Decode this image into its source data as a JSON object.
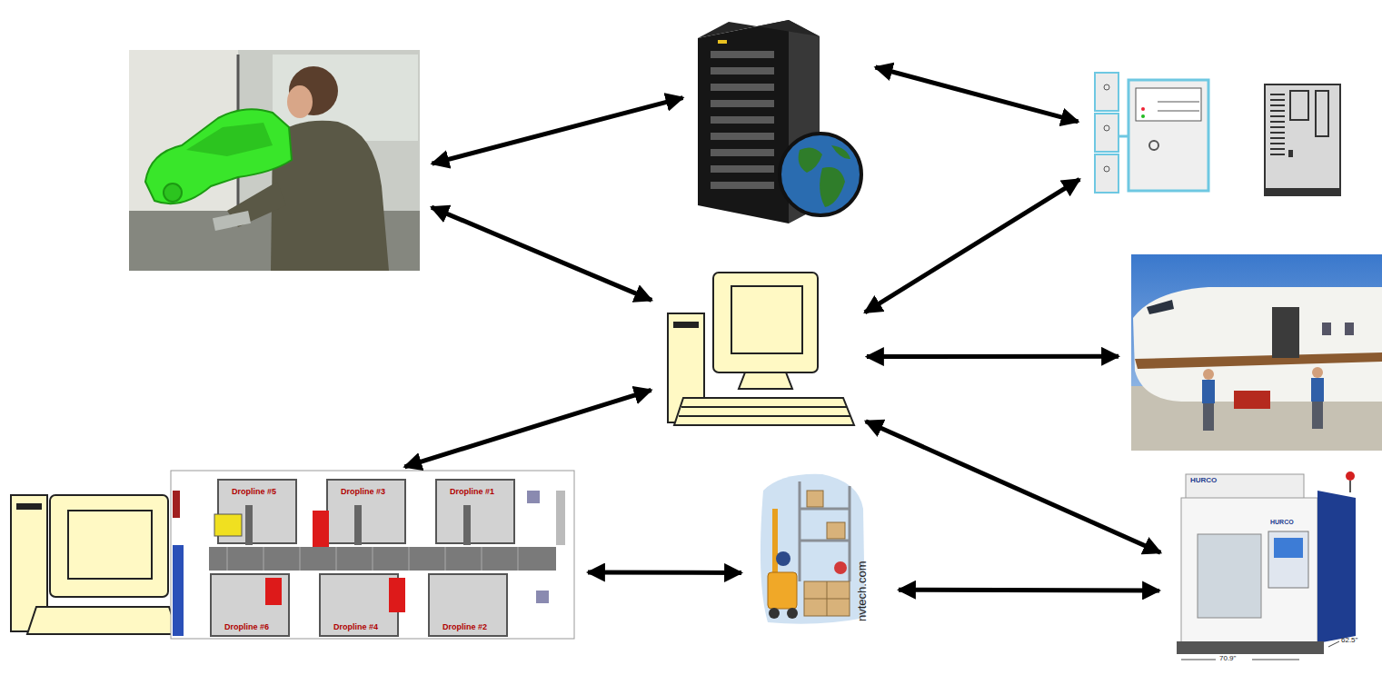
{
  "diagram": {
    "nodes": [
      {
        "text": []
      },
      {
        "text": []
      },
      {
        "text": []
      },
      {
        "text": []
      },
      {
        "text": []
      },
      {
        "text": [
          "Dropline #5",
          "Dropline #3",
          "Dropline #1",
          "Dropline #6",
          "Dropline #4",
          "Dropline #2"
        ]
      },
      {
        "text": [
          "nvtech.com"
        ]
      },
      {
        "text": [
          "HURCO",
          "HURCO",
          "70.9\"",
          "62.5\""
        ]
      }
    ],
    "edges": [
      {
        "from": 0,
        "to": 1,
        "arrow": "both"
      },
      {
        "from": 1,
        "to": 2,
        "arrow": "both"
      },
      {
        "from": 0,
        "to": 3,
        "arrow": "both"
      },
      {
        "from": 2,
        "to": 3,
        "arrow": "both"
      },
      {
        "from": 3,
        "to": 4,
        "arrow": "both"
      },
      {
        "from": 5,
        "to": 3,
        "arrow": "both"
      },
      {
        "from": 3,
        "to": 7,
        "arrow": "both"
      },
      {
        "from": 5,
        "to": 6,
        "arrow": "both"
      },
      {
        "from": 6,
        "to": 7,
        "arrow": "both"
      }
    ]
  }
}
